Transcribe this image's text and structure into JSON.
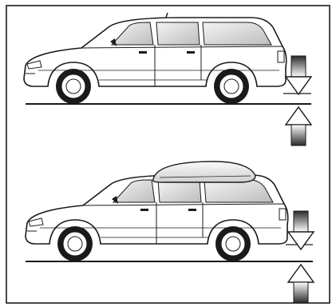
{
  "figure": {
    "panels": [
      {
        "roof_load": "none",
        "suspension_arrow": "down",
        "ground_arrow": "up"
      },
      {
        "roof_load": "roof-box",
        "suspension_arrow": "down",
        "ground_arrow": "up"
      }
    ],
    "colors": {
      "ink": "#1a1a1a",
      "paper": "#ffffff",
      "frame": "#1a1a1a",
      "shade": "#cfcfcf"
    }
  }
}
